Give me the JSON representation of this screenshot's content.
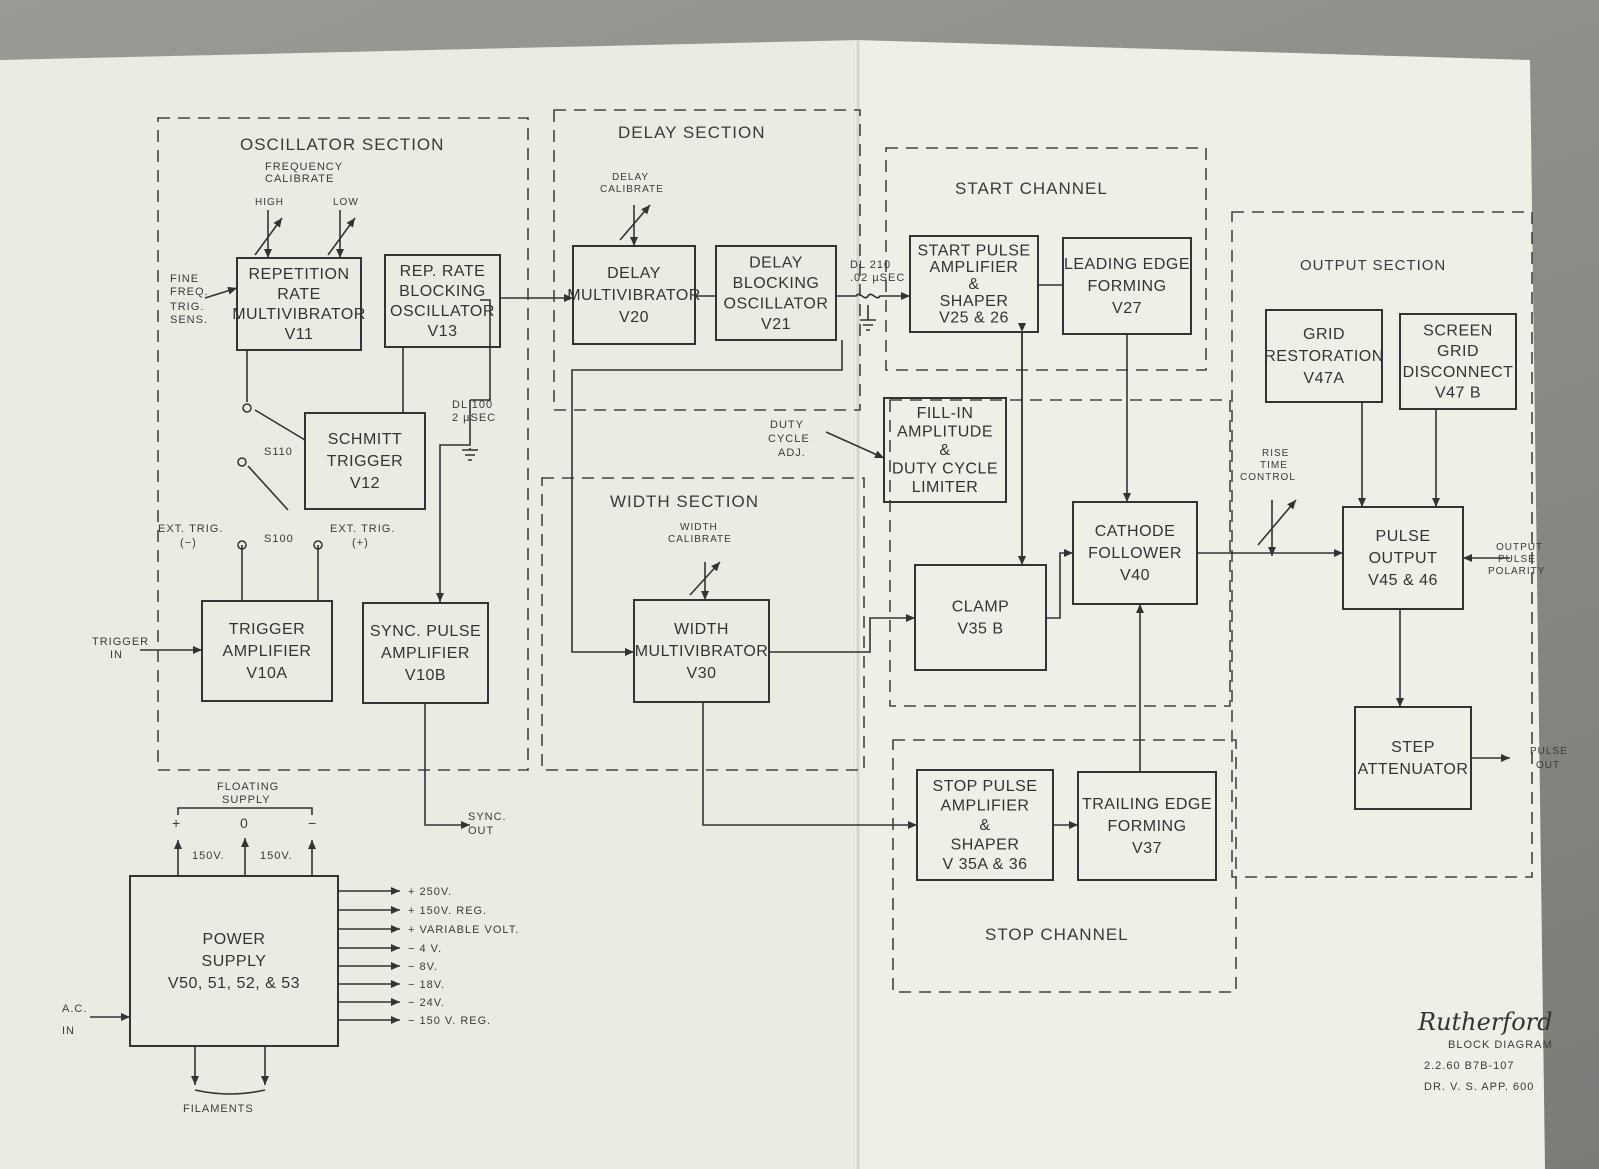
{
  "sections": {
    "oscillator": "OSCILLATOR  SECTION",
    "delay": "DELAY  SECTION",
    "start": "START  CHANNEL",
    "width": "WIDTH  SECTION",
    "output": "OUTPUT  SECTION",
    "stop": "STOP  CHANNEL"
  },
  "blocks": {
    "rep_rate_mv": [
      "REPETITION",
      "RATE",
      "MULTIVIBRATOR",
      "V11"
    ],
    "rep_rate_bo": [
      "REP. RATE",
      "BLOCKING",
      "OSCILLATOR",
      "V13"
    ],
    "schmitt": [
      "SCHMITT",
      "TRIGGER",
      "V12"
    ],
    "trigger_amp": [
      "TRIGGER",
      "AMPLIFIER",
      "V10A"
    ],
    "sync_pulse_amp": [
      "SYNC. PULSE",
      "AMPLIFIER",
      "V10B"
    ],
    "delay_mv": [
      "DELAY",
      "MULTIVIBRATOR",
      "V20"
    ],
    "delay_bo": [
      "DELAY",
      "BLOCKING",
      "OSCILLATOR",
      "V21"
    ],
    "start_pulse": [
      "START PULSE",
      "AMPLIFIER",
      "&",
      "SHAPER",
      "V25 & 26"
    ],
    "leading_edge": [
      "LEADING EDGE",
      "FORMING",
      "V27"
    ],
    "fill_in": [
      "FILL-IN",
      "AMPLITUDE",
      "&",
      "DUTY CYCLE",
      "LIMITER"
    ],
    "cathode": [
      "CATHODE",
      "FOLLOWER",
      "V40"
    ],
    "clamp": [
      "CLAMP",
      "V35 B"
    ],
    "width_mv": [
      "WIDTH",
      "MULTIVIBRATOR",
      "V30"
    ],
    "grid_rest": [
      "GRID",
      "RESTORATION",
      "V47A"
    ],
    "screen_grid": [
      "SCREEN",
      "GRID",
      "DISCONNECT",
      "V47 B"
    ],
    "pulse_out": [
      "PULSE",
      "OUTPUT",
      "V45 & 46"
    ],
    "step_att": [
      "STEP",
      "ATTENUATOR"
    ],
    "stop_pulse": [
      "STOP PULSE",
      "AMPLIFIER",
      "&",
      "SHAPER",
      "V 35A & 36"
    ],
    "trailing_edge": [
      "TRAILING EDGE",
      "FORMING",
      "V37"
    ],
    "power_supply": [
      "POWER",
      "SUPPLY",
      "V50, 51, 52, & 53"
    ]
  },
  "labels": {
    "freq_cal": [
      "FREQUENCY",
      "CALIBRATE"
    ],
    "high": "HIGH",
    "low": "LOW",
    "fine_freq": [
      "FINE",
      "FREQ.",
      "TRIG.",
      "SENS."
    ],
    "delay_cal": [
      "DELAY",
      "CALIBRATE"
    ],
    "dl210": [
      "DL 210",
      ".02 µSEC"
    ],
    "dl100": [
      "DL 100",
      "2 µSEC"
    ],
    "s110": "S110",
    "s100": "S100",
    "ext_neg": [
      "EXT. TRIG.",
      "(−)"
    ],
    "ext_pos": [
      "EXT. TRIG.",
      "(+)"
    ],
    "trigger_in": [
      "TRIGGER",
      "IN"
    ],
    "duty_cycle": [
      "DUTY",
      "CYCLE",
      "ADJ."
    ],
    "width_cal": [
      "WIDTH",
      "CALIBRATE"
    ],
    "rise_time": [
      "RISE",
      "TIME",
      "CONTROL"
    ],
    "output_polarity": [
      "OUTPUT",
      "PULSE",
      "POLARITY"
    ],
    "pulse_out": [
      "PULSE",
      "OUT"
    ],
    "sync_out": [
      "SYNC.",
      "OUT"
    ],
    "floating_supply": [
      "FLOATING",
      "SUPPLY"
    ],
    "plus": "+",
    "zero": "0",
    "minus": "−",
    "v150a": "150V.",
    "v150b": "150V.",
    "ac_in": [
      "A.C.",
      "IN"
    ],
    "filaments": "FILAMENTS",
    "rails": [
      "+ 250V.",
      "+ 150V. REG.",
      "+ VARIABLE VOLT.",
      "−   4 V.",
      "−   8V.",
      "−  18V.",
      "−  24V.",
      "− 150 V. REG."
    ]
  },
  "title_block": {
    "signature": "Rutherford",
    "title": "BLOCK DIAGRAM",
    "line1": "2.2.60   B7B-107",
    "line2": "DR. V. S.  APP.  600"
  }
}
